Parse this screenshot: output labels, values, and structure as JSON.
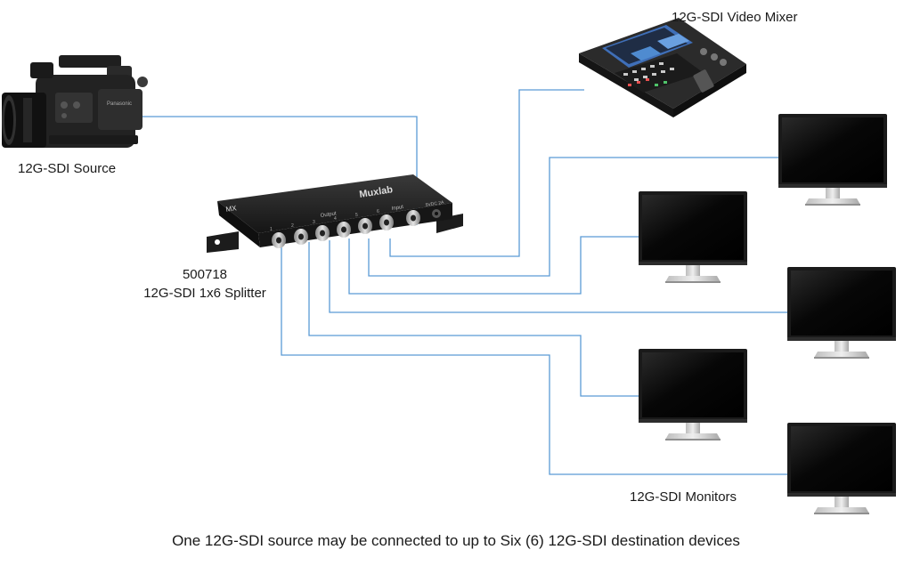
{
  "labels": {
    "source": "12G-SDI Source",
    "mixer": "12G-SDI Video Mixer",
    "splitter_model": "500718",
    "splitter_name": "12G-SDI 1x6 Splitter",
    "monitors": "12G-SDI Monitors"
  },
  "splitter": {
    "brand": "Muxlab",
    "section_output": "Output",
    "section_input": "Input",
    "power_label": "5VDC 2A",
    "port_numbers": [
      "1",
      "2",
      "3",
      "4",
      "5",
      "6"
    ]
  },
  "caption": "One 12G-SDI source may be connected to up to Six (6) 12G-SDI destination devices",
  "colors": {
    "cable": "#5b9bd5",
    "device_body": "#1e1e1e",
    "screen": "#0a0a0a"
  }
}
